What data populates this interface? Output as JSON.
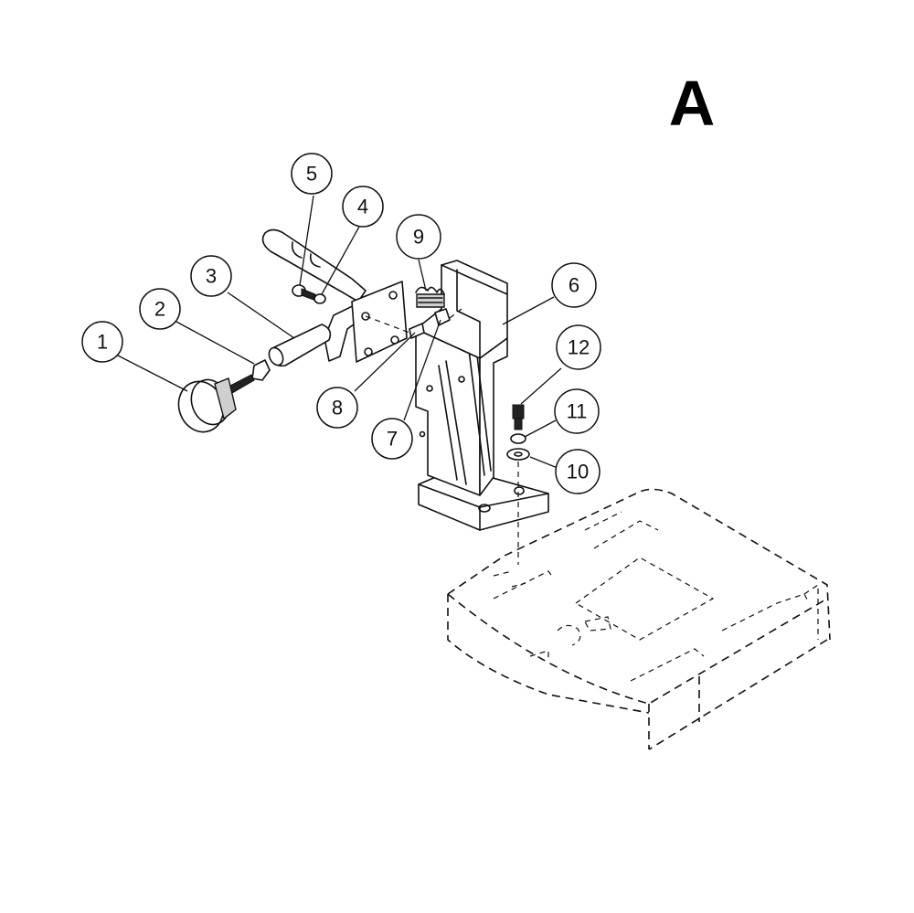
{
  "figure": {
    "letter": "A"
  },
  "callouts": [
    {
      "id": "1",
      "label": "1"
    },
    {
      "id": "2",
      "label": "2"
    },
    {
      "id": "3",
      "label": "3"
    },
    {
      "id": "4",
      "label": "4"
    },
    {
      "id": "5",
      "label": "5"
    },
    {
      "id": "6",
      "label": "6"
    },
    {
      "id": "7",
      "label": "7"
    },
    {
      "id": "8",
      "label": "8"
    },
    {
      "id": "9",
      "label": "9"
    },
    {
      "id": "10",
      "label": "10"
    },
    {
      "id": "11",
      "label": "11"
    },
    {
      "id": "12",
      "label": "12"
    }
  ]
}
